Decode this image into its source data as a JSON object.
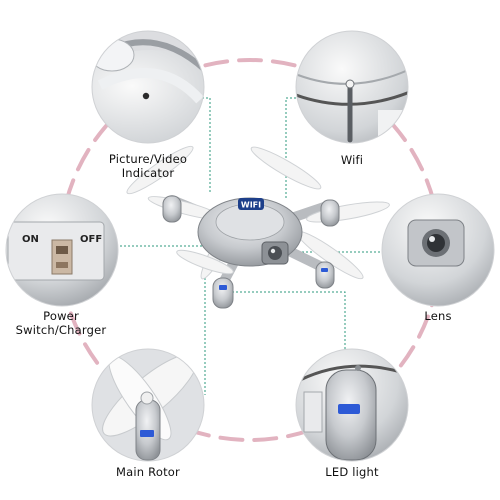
{
  "labels": {
    "picture_video": [
      "Picture/Video",
      "Indicator"
    ],
    "wifi": "Wifi",
    "power": [
      "Power",
      "Switch/Charger"
    ],
    "lens": "Lens",
    "main_rotor": "Main Rotor",
    "led_light": "LED light"
  },
  "switch_labels": {
    "on": "ON",
    "off": "OFF"
  },
  "drone_badge": "WIFI",
  "colors": {
    "ring_dash": "#e2b3c0",
    "leader": "#2c9a7c",
    "drone_body": "#c9ccd0",
    "rotor": "#f2f2f2",
    "led": "#2d5ad6"
  }
}
